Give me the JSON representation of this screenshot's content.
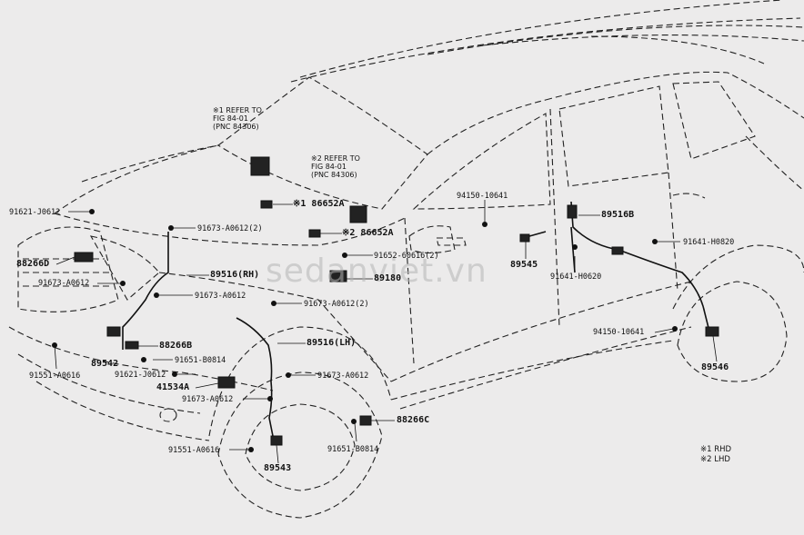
{
  "watermark": "sedanviet.vn",
  "notes": {
    "n1": [
      "※1 REFER TO",
      "FIG 84-01",
      "(PNC 84306)"
    ],
    "n2": [
      "※2 REFER TO",
      "FIG 84-01",
      "(PNC 84306)"
    ]
  },
  "legend": {
    "rhd": "※1 RHD",
    "lhd": "※2 LHD"
  },
  "parts": {
    "p91621_J0612_top": "91621-J0612",
    "p88266D": "88266D",
    "p91673_A0612_left": "91673-A0612",
    "p91551_A0616_left": "91551-A0616",
    "p89542": "89542",
    "p91673_A0612_2_a": "91673-A0612(2)",
    "p89516RH": "89516(RH)",
    "p91673_A0612_mid": "91673-A0612",
    "p86652A_1": "※1 86652A",
    "p86652A_2": "※2 86652A",
    "p91652_60616": "91652-60616(2)",
    "p89180": "89180",
    "p91673_A0612_2_b": "91673-A0612(2)",
    "p88266B": "88266B",
    "p89516LH": "89516(LH)",
    "p91651_B0814_a": "91651-B0814",
    "p91621_J0612_low": "91621-J0612",
    "p91673_A0612_lh": "91673-A0612",
    "p41534A": "41534A",
    "p91673_A0612_low": "91673-A0612",
    "p88266C": "88266C",
    "p91551_A0616_low": "91551-A0616",
    "p91651_B0814_b": "91651-B0814",
    "p89543": "89543",
    "p94150_10641_a": "94150-10641",
    "p89545": "89545",
    "p91641_H0620_a": "91641-H0620",
    "p89516B": "89516B",
    "p91641_H0820": "91641-H0820",
    "p94150_10641_b": "94150-10641",
    "p89546": "89546"
  }
}
